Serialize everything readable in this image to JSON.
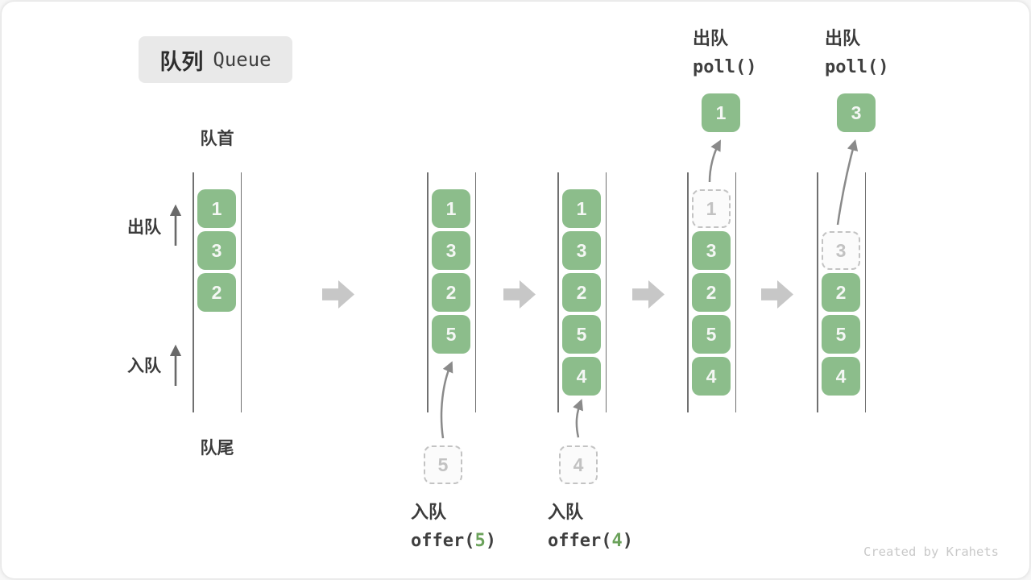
{
  "title": {
    "zh": "队列",
    "en": "Queue"
  },
  "labels": {
    "front": "队首",
    "rear": "队尾",
    "dequeue": "出队",
    "enqueue": "入队"
  },
  "states": [
    {
      "boxes": [
        "1",
        "3",
        "2"
      ]
    },
    {
      "boxes": [
        "1",
        "3",
        "2",
        "5"
      ],
      "incoming": "5"
    },
    {
      "boxes": [
        "1",
        "3",
        "2",
        "5",
        "4"
      ],
      "incoming": "4"
    },
    {
      "leaving": "1",
      "boxes": [
        "3",
        "2",
        "5",
        "4"
      ],
      "popped": "1"
    },
    {
      "leaving": "3",
      "boxes": [
        "2",
        "5",
        "4"
      ],
      "popped": "3"
    }
  ],
  "ops": [
    {
      "action": "入队",
      "code_pre": "offer(",
      "arg": "5",
      "code_post": ")"
    },
    {
      "action": "入队",
      "code_pre": "offer(",
      "arg": "4",
      "code_post": ")"
    },
    {
      "action": "出队",
      "code": "poll()"
    },
    {
      "action": "出队",
      "code": "poll()"
    }
  ],
  "colors": {
    "element_green": "#8cbd8b",
    "element_text": "#f4f7f4",
    "code_arg_green": "#6ba25b",
    "ghost_border": "#c3c3c3",
    "rail_gray": "#707070",
    "step_arrow_gray": "#c7c7c7",
    "title_bg": "#e9e9e9",
    "watermark_gray": "#c9c9c9"
  },
  "watermark": "Created by Krahets"
}
